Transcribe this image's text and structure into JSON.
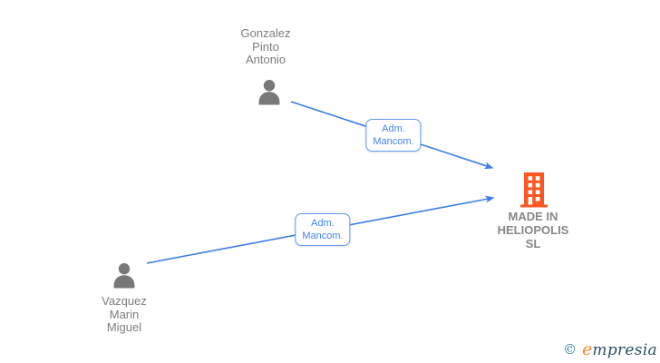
{
  "graph": {
    "nodes": [
      {
        "id": "gonzalez-pinto-antonio",
        "type": "person",
        "label_lines": [
          "Gonzalez",
          "Pinto",
          "Antonio"
        ]
      },
      {
        "id": "vazquez-marin-miguel",
        "type": "person",
        "label_lines": [
          "Vazquez",
          "Marin",
          "Miguel"
        ]
      },
      {
        "id": "made-in-heliopolis-sl",
        "type": "company",
        "label_lines": [
          "MADE IN",
          "HELIOPOLIS",
          "SL"
        ]
      }
    ],
    "edges": [
      {
        "from": "gonzalez-pinto-antonio",
        "to": "made-in-heliopolis-sl",
        "label_lines": [
          "Adm.",
          "Mancom."
        ]
      },
      {
        "from": "vazquez-marin-miguel",
        "to": "made-in-heliopolis-sl",
        "label_lines": [
          "Adm.",
          "Mancom."
        ]
      }
    ]
  },
  "icons": {
    "person": "person-silhouette-icon",
    "company": "building-icon",
    "watermark": "copyright-icon"
  },
  "colors": {
    "edge_blue": "#3d7ce8",
    "edge_label_text": "#4285f4",
    "edge_label_border": "#639af0",
    "person_icon_gray": "#787878",
    "node_label_gray": "#7d7d7d",
    "company_icon_orange": "#ff5722",
    "watermark_teal": "#2e7f91",
    "watermark_orange": "#f08a24",
    "watermark_dark_teal": "#28525e"
  },
  "watermark": {
    "copyright": "©",
    "brand_first": "e",
    "brand_rest": "mpresia"
  }
}
